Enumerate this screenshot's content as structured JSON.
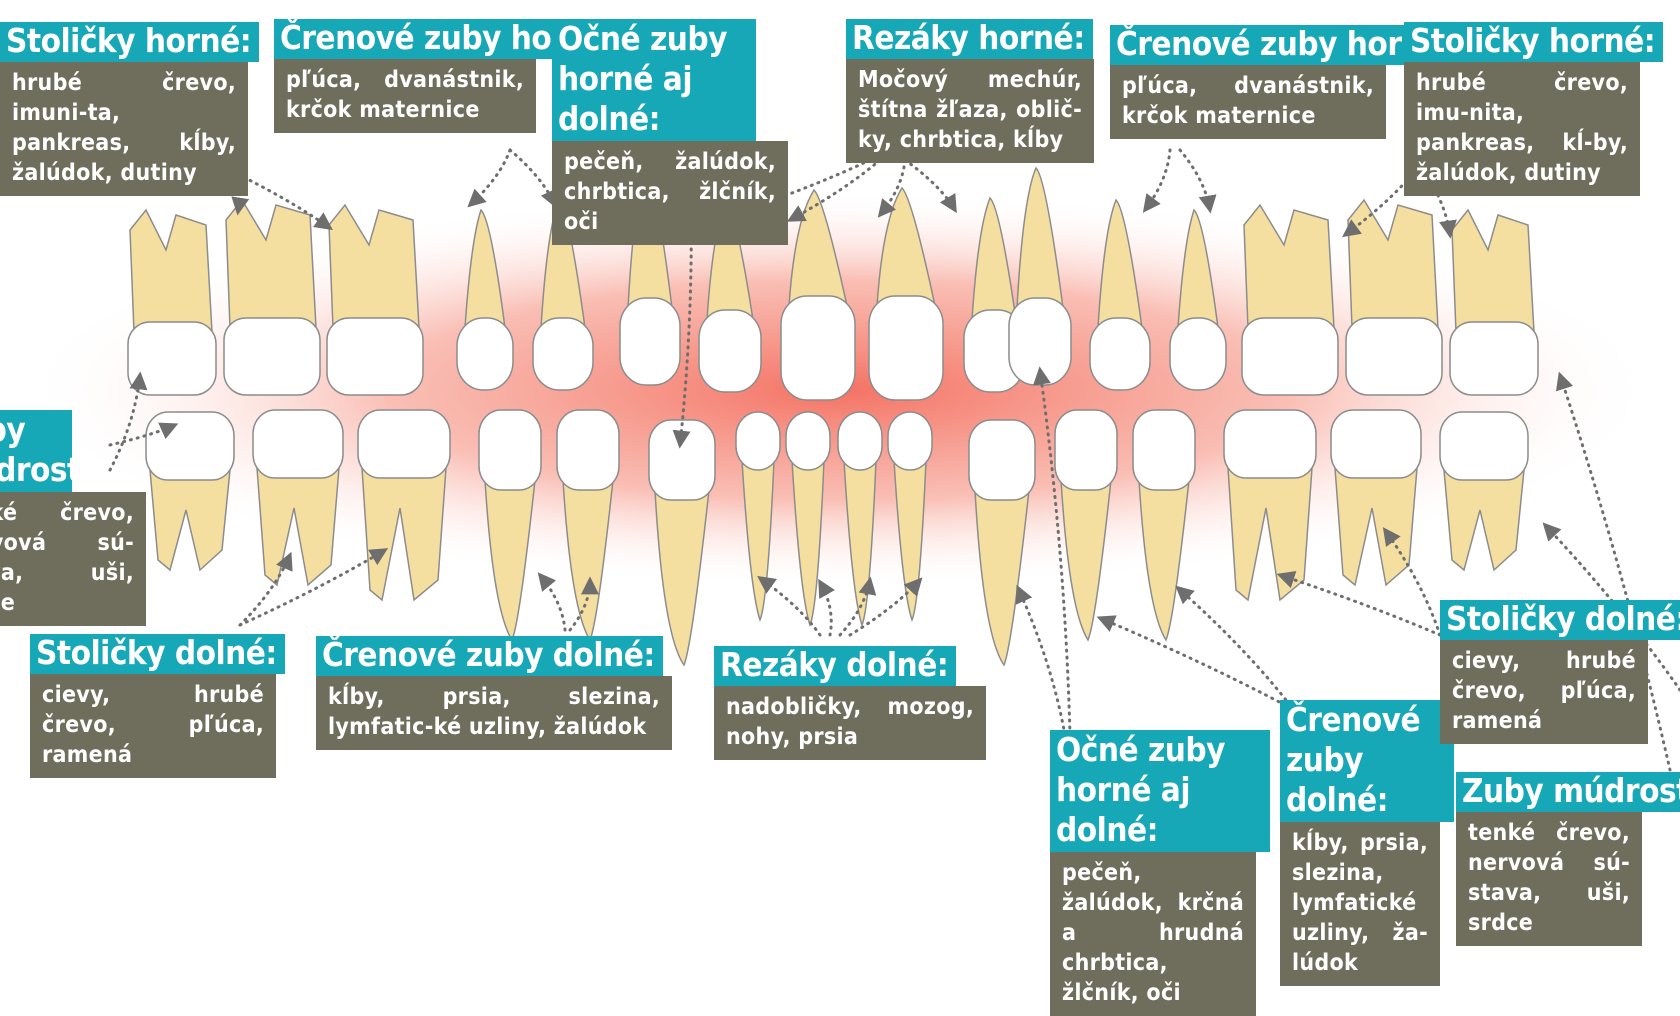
{
  "labels": [
    {
      "id": "l1",
      "title": "Stoličky horné:",
      "body": "hrubé črevo, imuni-ta, pankreas, kĺby, žalúdok, dutiny"
    },
    {
      "id": "l2",
      "title": "Črenové zuby horné:",
      "body": "pľúca, dvanástnik, krčok maternice"
    },
    {
      "id": "l3",
      "title": "Očné zuby horné aj dolné:",
      "body": "pečeň, žalúdok, chrbtica, žlčník, oči"
    },
    {
      "id": "l4",
      "title": "Rezáky horné:",
      "body": "Močový mechúr, štítna žľaza, oblič-ky, chrbtica, kĺby"
    },
    {
      "id": "l5",
      "title": "Črenové zuby horné:",
      "body": "pľúca, dvanástnik, krčok maternice"
    },
    {
      "id": "l6",
      "title": "Stoličky horné:",
      "body": "hrubé črevo, imu-nita, pankreas, kĺ-by, žalúdok, dutiny"
    },
    {
      "id": "l7",
      "title": "Zuby múdrosti:",
      "body": "tenké črevo, nervová sú-stava, uši, srdce"
    },
    {
      "id": "l8",
      "title": "Stoličky dolné:",
      "body": "cievy, hrubé črevo, pľúca, ramená"
    },
    {
      "id": "l9",
      "title": "Črenové zuby dolné:",
      "body": "kĺby, prsia, slezina, lymfatic-ké uzliny, žalúdok"
    },
    {
      "id": "l10",
      "title": "Rezáky dolné:",
      "body": "nadobličky, mozog, nohy, prsia"
    },
    {
      "id": "l11",
      "title": "Očné zuby horné aj dolné:",
      "body": "pečeň, žalúdok, krčná a hrudná chrbtica, žlčník, oči"
    },
    {
      "id": "l12",
      "title": "Črenové zuby dolné:",
      "body": "kĺby, prsia, slezina, lymfatické uzliny, ža-lúdok"
    },
    {
      "id": "l13",
      "title": "Stoličky dolné:",
      "body": "cievy, hrubé črevo, pľúca, ramená"
    },
    {
      "id": "l14",
      "title": "Zuby múdrosti:",
      "body": "tenké črevo, nervová sú-stava, uši, srdce"
    }
  ],
  "colors": {
    "title_bg": "#17a8b8",
    "body_bg": "#6f6e5d",
    "gum": "#f36b5c",
    "root": "#f5dfa0",
    "crown": "#ffffff",
    "outline": "#8c8c8c",
    "arrow": "#6e6e6e"
  }
}
